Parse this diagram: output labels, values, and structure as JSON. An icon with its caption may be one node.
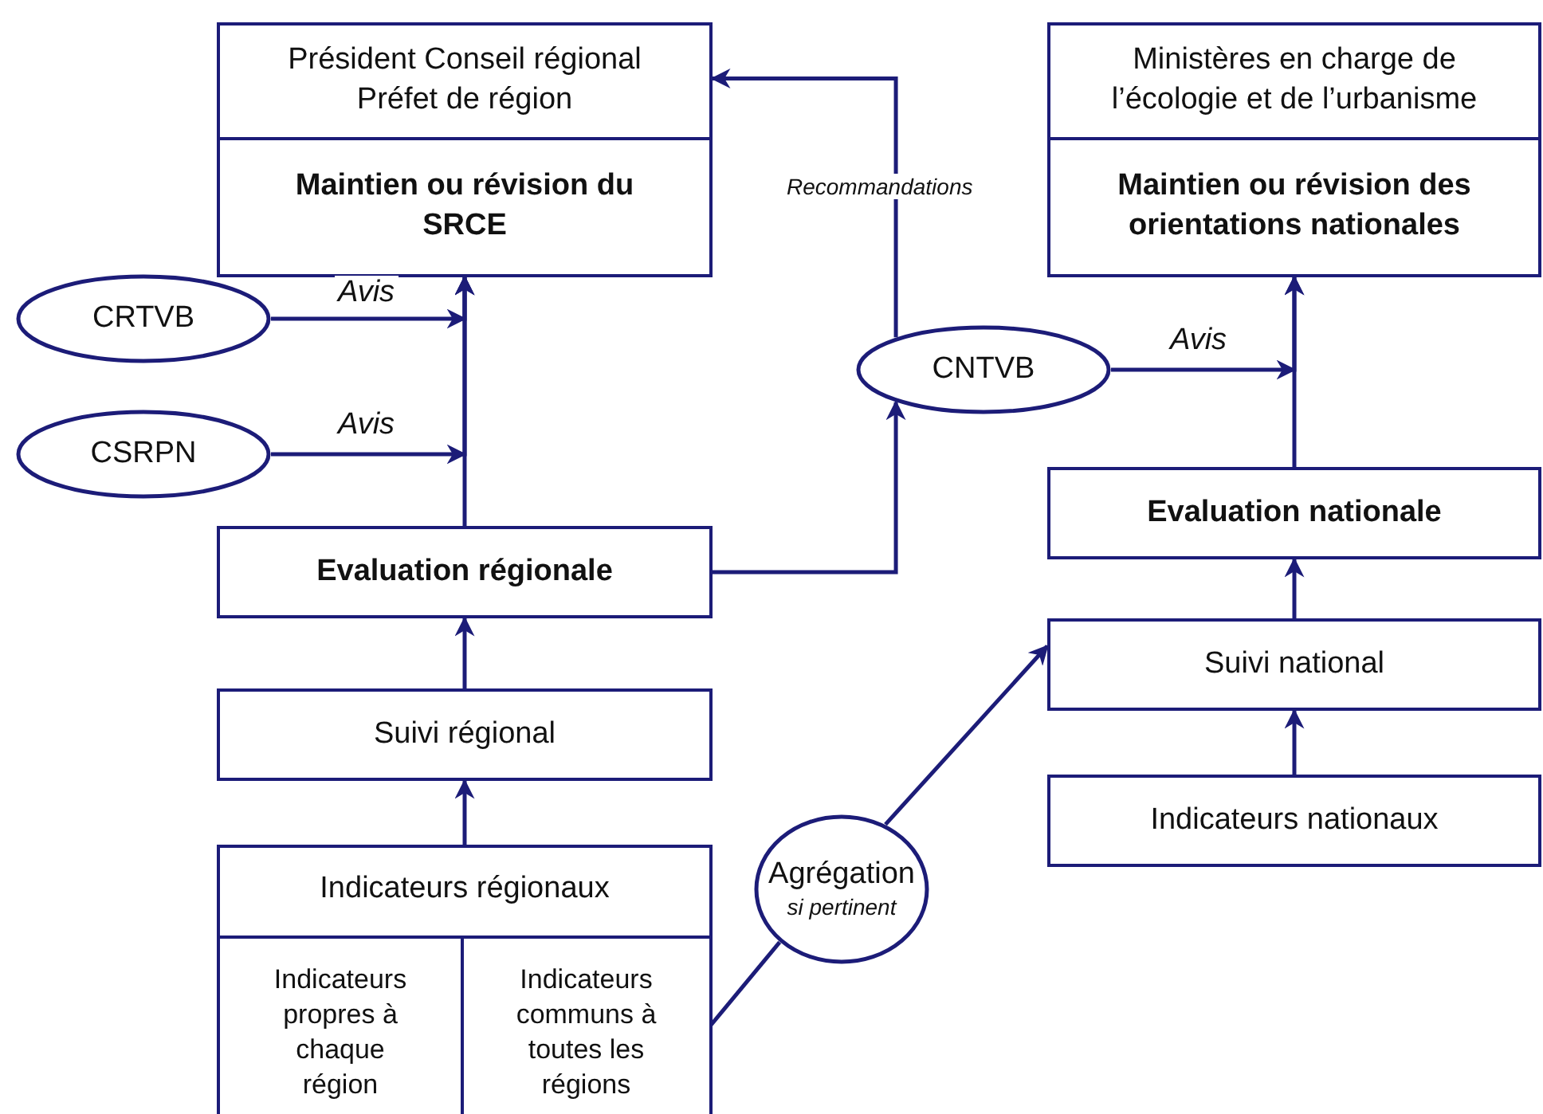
{
  "diagram": {
    "nodes": [
      {
        "text": [
          "Président Conseil régional Préfet de région",
          "Maintien ou révision du SRCE"
        ]
      },
      {
        "text": [
          "Ministères en charge de l’écologie et de l’urbanisme",
          "Maintien ou révision des orientations nationales"
        ]
      },
      {
        "text": [
          "CRTVB"
        ]
      },
      {
        "text": [
          "CSRPN"
        ]
      },
      {
        "text": [
          "CNTVB"
        ]
      },
      {
        "text": [
          "Evaluation régionale"
        ]
      },
      {
        "text": [
          "Evaluation nationale"
        ]
      },
      {
        "text": [
          "Suivi national"
        ]
      },
      {
        "text": [
          "Suivi régional"
        ]
      },
      {
        "text": [
          "Indicateurs régionaux"
        ]
      },
      {
        "text": [
          "Indicateurs propres à chaque région"
        ],
        "in": 9
      },
      {
        "text": [
          "Indicateurs communs à toutes les régions"
        ],
        "in": 9
      },
      {
        "text": [
          "Indicateurs nationaux"
        ]
      },
      {
        "text": [
          "Agrégation",
          "si pertinent"
        ]
      }
    ],
    "edges": [
      {
        "from": 5,
        "to": 0,
        "arrow": "to"
      },
      {
        "from": 2,
        "to": 0,
        "arrow": "to",
        "label": "Avis"
      },
      {
        "from": 3,
        "to": 0,
        "arrow": "to",
        "label": "Avis"
      },
      {
        "from": 5,
        "to": 4,
        "arrow": "to"
      },
      {
        "from": 4,
        "to": 0,
        "arrow": "to",
        "label": "Recommandations"
      },
      {
        "from": 4,
        "to": 1,
        "arrow": "to",
        "label": "Avis"
      },
      {
        "from": 6,
        "to": 1,
        "arrow": "to"
      },
      {
        "from": 7,
        "to": 6,
        "arrow": "to"
      },
      {
        "from": 12,
        "to": 7,
        "arrow": "to"
      },
      {
        "from": 8,
        "to": 5,
        "arrow": "to"
      },
      {
        "from": 9,
        "to": 8,
        "arrow": "to"
      },
      {
        "from": 11,
        "to": 13,
        "arrow": "none"
      },
      {
        "from": 13,
        "to": 7,
        "arrow": "to"
      }
    ]
  }
}
